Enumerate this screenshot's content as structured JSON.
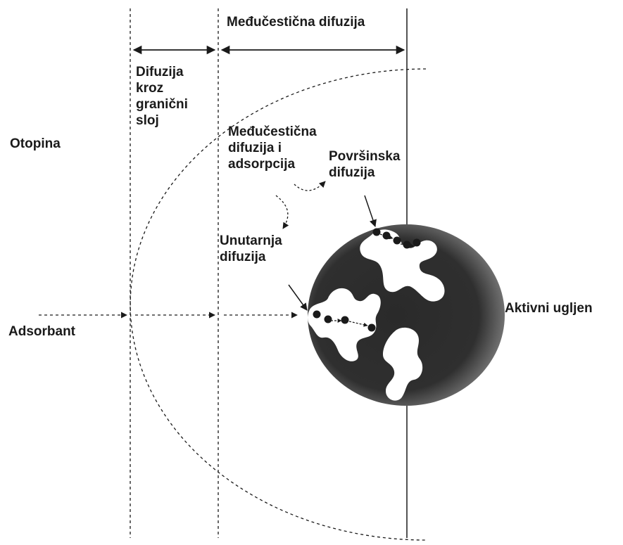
{
  "colors": {
    "background": "#ffffff",
    "ink": "#1a1a1a",
    "particle_dark": "#2a2a2a",
    "particle_light": "#8a8a8a",
    "pore": "#ffffff"
  },
  "labels": {
    "interparticle_diffusion_top": "Međučestična difuzija",
    "boundary_layer_diffusion": [
      "Difuzija",
      "kroz",
      "granični",
      "sloj"
    ],
    "solution": "Otopina",
    "interparticle_diffusion_adsorption": [
      "Međučestična",
      "difuzija i",
      "adsorpcija"
    ],
    "surface_diffusion": [
      "Površinska",
      "difuzija"
    ],
    "internal_diffusion": [
      "Unutarnja",
      "difuzija"
    ],
    "activated_carbon": "Aktivni ugljen",
    "adsorbent": "Adsorbant"
  }
}
